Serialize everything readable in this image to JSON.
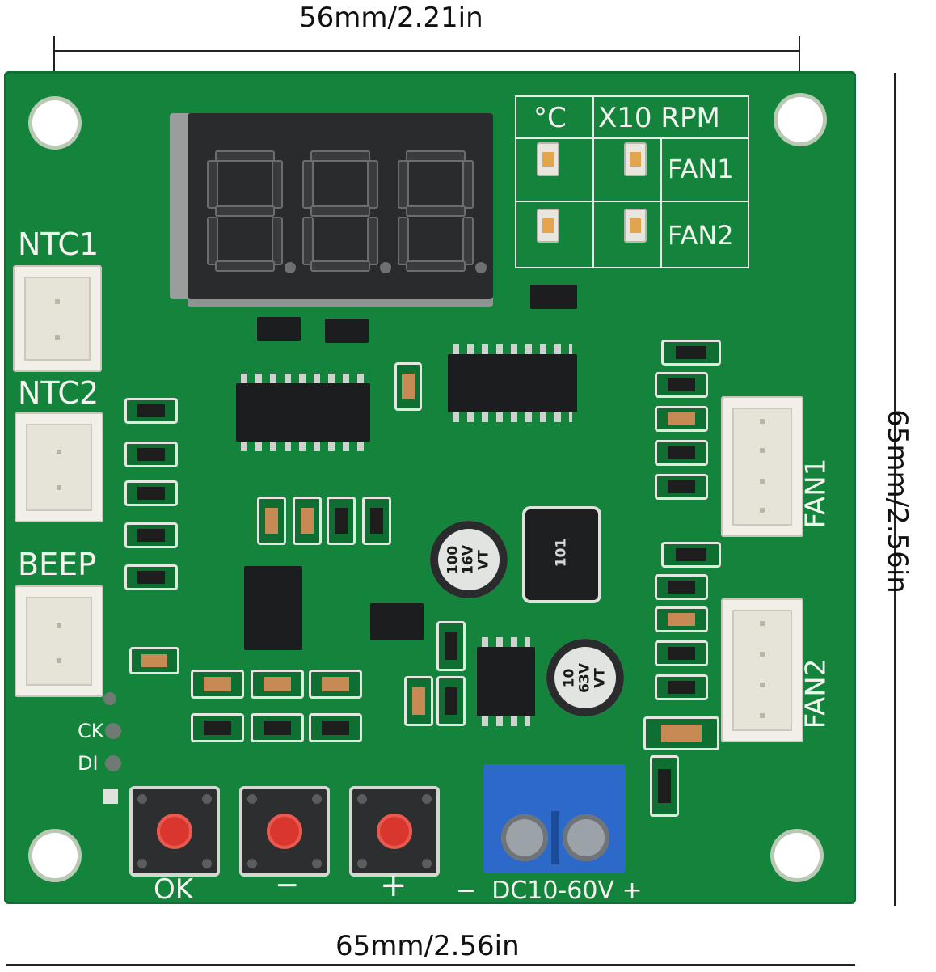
{
  "dimensions": {
    "top_width": "56mm/2.21in",
    "bottom_width": "65mm/2.56in",
    "right_height": "65mm/2.56in"
  },
  "board": {
    "labels": {
      "ntc1": "NTC1",
      "ntc2": "NTC2",
      "beep": "BEEP",
      "celsius": "°C",
      "rpm": "X10 RPM",
      "fan1_row": "FAN1",
      "fan2_row": "FAN2",
      "fan1_side": "FAN1",
      "fan2_side": "FAN2",
      "ck": "CK",
      "di": "DI",
      "ok": "OK",
      "minus": "−",
      "plus": "+",
      "power": "−  DC10-60V +"
    },
    "capacitors": {
      "c1": "100\n16V\nVT",
      "c2": "10\n63V\nVT"
    },
    "inductor": "101"
  },
  "colors": {
    "pcb": "#14843c",
    "silkscreen": "#f4f4ef",
    "button_cap": "#d9362d",
    "terminal_block": "#2d69c8"
  }
}
